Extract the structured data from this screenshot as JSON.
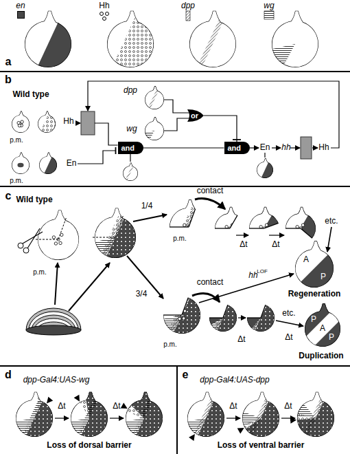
{
  "diagram": {
    "nodes": [
      {
        "text": [
          "and"
        ]
      },
      {
        "text": [
          "or"
        ]
      },
      {
        "text": [
          "and"
        ]
      }
    ],
    "edges": [
      {
        "from": 0,
        "to": 2,
        "arrow": "none"
      },
      {
        "from": 1,
        "to": 2,
        "arrow": "none"
      }
    ],
    "labels": [
      "a",
      "b",
      "Wild type",
      "p.m.",
      "Hh",
      "p.m.",
      "En",
      "dpp",
      "wg",
      "En",
      "hh",
      "Hh",
      "c",
      "Wild type",
      "p.m.",
      "1/4",
      "contact",
      "p.m.",
      "Δt",
      "Δt",
      "etc.",
      "3/4",
      "contact",
      "p.m.",
      "Δt",
      "Δt",
      "etc.",
      "hh",
      "LOF",
      "A",
      "P",
      "Regeneration",
      "P",
      "A",
      "P",
      "Duplication",
      "d",
      "dpp-Gal4:UAS-wg",
      "Δt",
      "Δt",
      "Loss of dorsal barrier",
      "e",
      "dpp-Gal4:UAS-dpp",
      "Δt",
      "Δt",
      "Loss of ventral barrier"
    ],
    "legend": [
      {
        "text": "en",
        "color": "#474747"
      },
      {
        "text": "Hh"
      },
      {
        "text": "dpp"
      },
      {
        "text": "wg"
      }
    ]
  }
}
